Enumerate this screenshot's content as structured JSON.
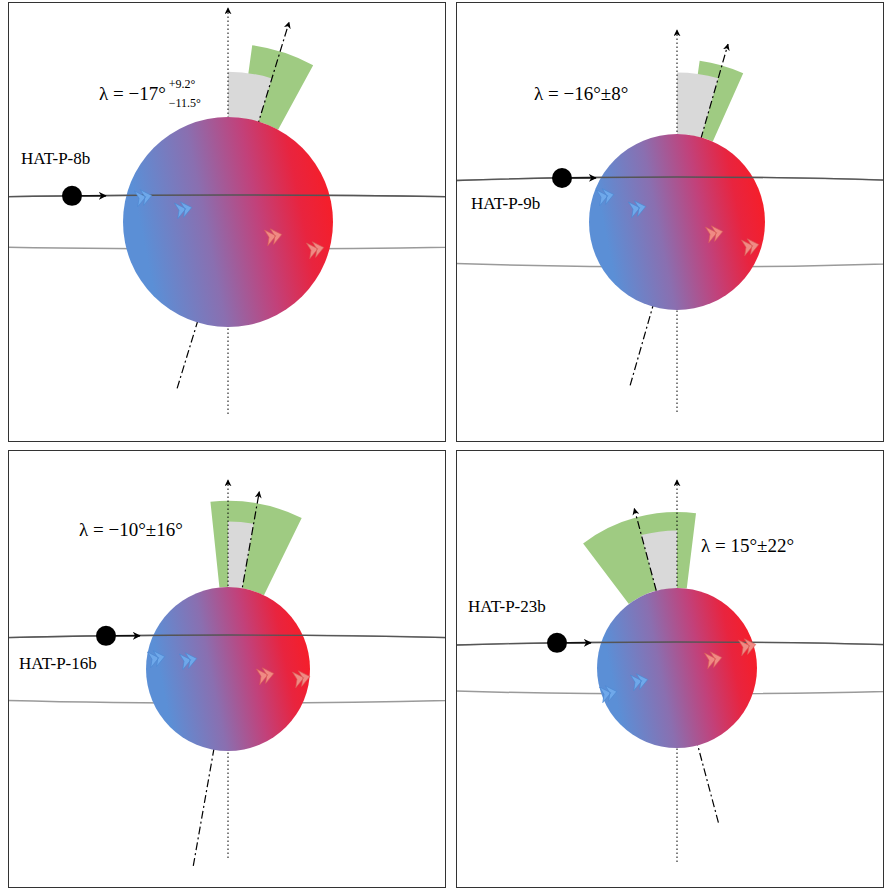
{
  "diagram": {
    "labels": [
      "λ = −17°",
      "+9.2°",
      "−11.5°",
      "HAT-P-8b",
      "λ = −16°±8°",
      "HAT-P-9b",
      "λ = −10°±16°",
      "HAT-P-16b",
      "λ = 15°±22°",
      "HAT-P-23b"
    ]
  }
}
